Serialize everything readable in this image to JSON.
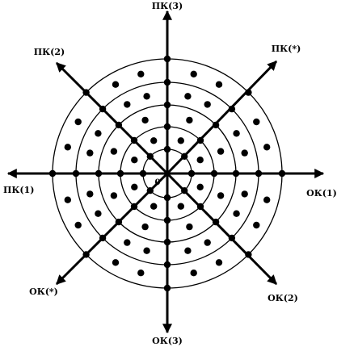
{
  "diagram": {
    "axes": {
      "up": "ПК(3)",
      "up_right": "ПК(*)",
      "up_left": "ПК(2)",
      "left": "ПК(1)",
      "right": "ОК(1)",
      "down_left": "ОК(*)",
      "down_right": "ОК(2)",
      "down": "ОК(3)"
    },
    "origin_label": "0",
    "ring_count": 5,
    "colors": {
      "stroke": "#000000",
      "background": "#ffffff"
    }
  }
}
